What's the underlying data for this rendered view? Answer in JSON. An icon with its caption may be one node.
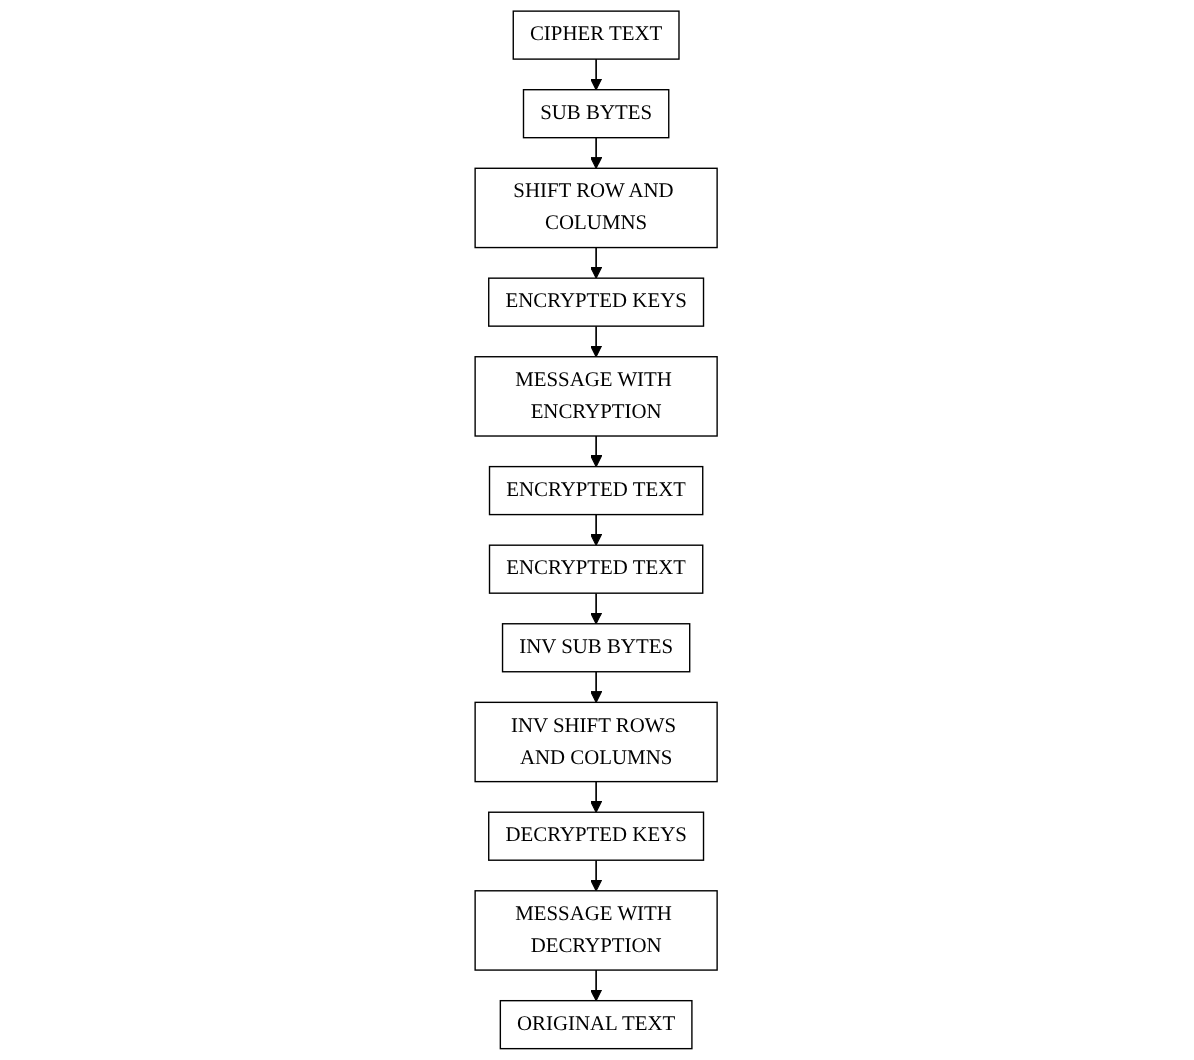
{
  "diagram": {
    "nodes": [
      {
        "text": [
          "CIPHER TEXT"
        ]
      },
      {
        "text": [
          "SUB BYTES"
        ]
      },
      {
        "text": [
          "SHIFT ROW AND COLUMNS"
        ]
      },
      {
        "text": [
          "ENCRYPTED KEYS"
        ]
      },
      {
        "text": [
          "MESSAGE WITH ENCRYPTION"
        ]
      },
      {
        "text": [
          "ENCRYPTED TEXT"
        ]
      },
      {
        "text": [
          "ENCRYPTED TEXT"
        ]
      },
      {
        "text": [
          "INV SUB BYTES"
        ]
      },
      {
        "text": [
          "INV SHIFT ROWS AND COLUMNS"
        ]
      },
      {
        "text": [
          "DECRYPTED KEYS"
        ]
      },
      {
        "text": [
          "MESSAGE WITH DECRYPTION"
        ]
      },
      {
        "text": [
          "ORIGINAL TEXT"
        ]
      }
    ],
    "edges": [
      {
        "from": 0,
        "to": 1,
        "arrow": "to"
      },
      {
        "from": 1,
        "to": 2,
        "arrow": "to"
      },
      {
        "from": 2,
        "to": 3,
        "arrow": "to"
      },
      {
        "from": 3,
        "to": 4,
        "arrow": "to"
      },
      {
        "from": 4,
        "to": 5,
        "arrow": "to"
      },
      {
        "from": 5,
        "to": 6,
        "arrow": "to"
      },
      {
        "from": 6,
        "to": 7,
        "arrow": "to"
      },
      {
        "from": 7,
        "to": 8,
        "arrow": "to"
      },
      {
        "from": 8,
        "to": 9,
        "arrow": "to"
      },
      {
        "from": 9,
        "to": 10,
        "arrow": "to"
      },
      {
        "from": 10,
        "to": 11,
        "arrow": "to"
      }
    ]
  }
}
